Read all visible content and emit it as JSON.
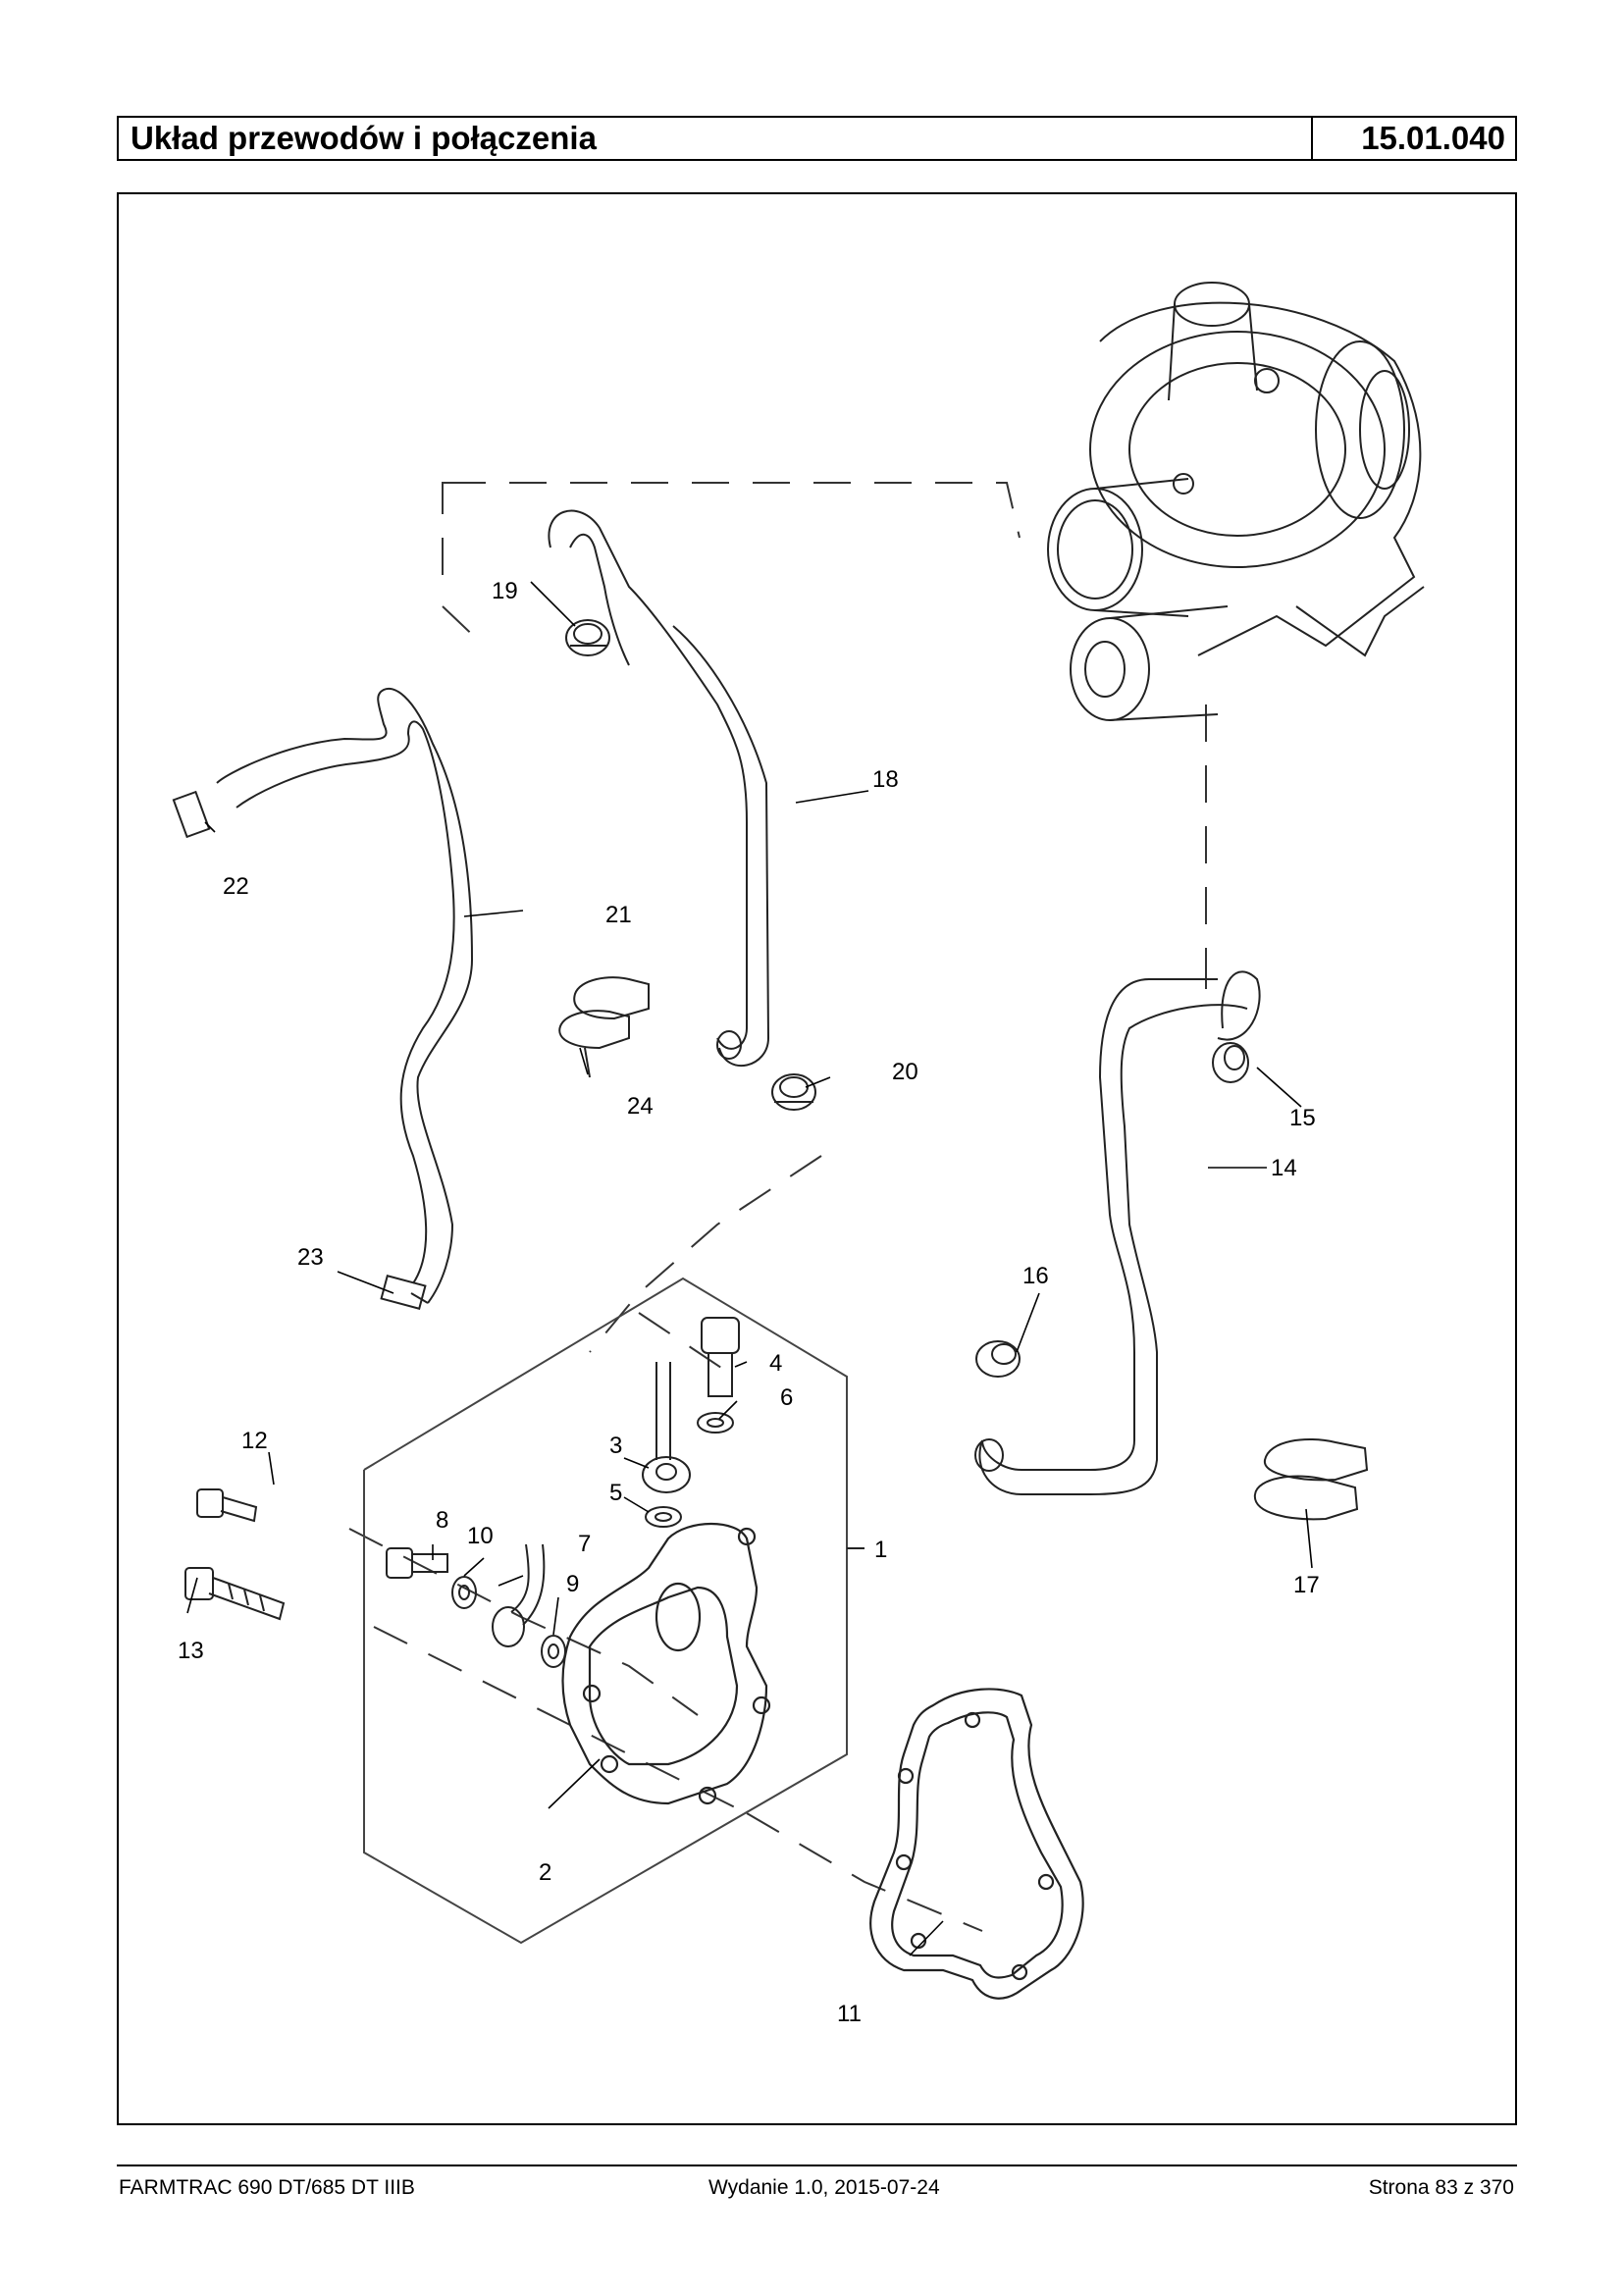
{
  "header": {
    "title": "Układ przewodów i połączenia",
    "code": "15.01.040"
  },
  "figure": {
    "callouts": [
      "1",
      "2",
      "3",
      "4",
      "5",
      "6",
      "7",
      "8",
      "9",
      "10",
      "11",
      "12",
      "13",
      "14",
      "15",
      "16",
      "17",
      "18",
      "19",
      "20",
      "21",
      "22",
      "23",
      "24"
    ]
  },
  "footer": {
    "model": "FARMTRAC 690 DT/685 DT IIIB",
    "edition": "Wydanie 1.0,  2015-07-24",
    "page": "Strona 83 z 370"
  }
}
